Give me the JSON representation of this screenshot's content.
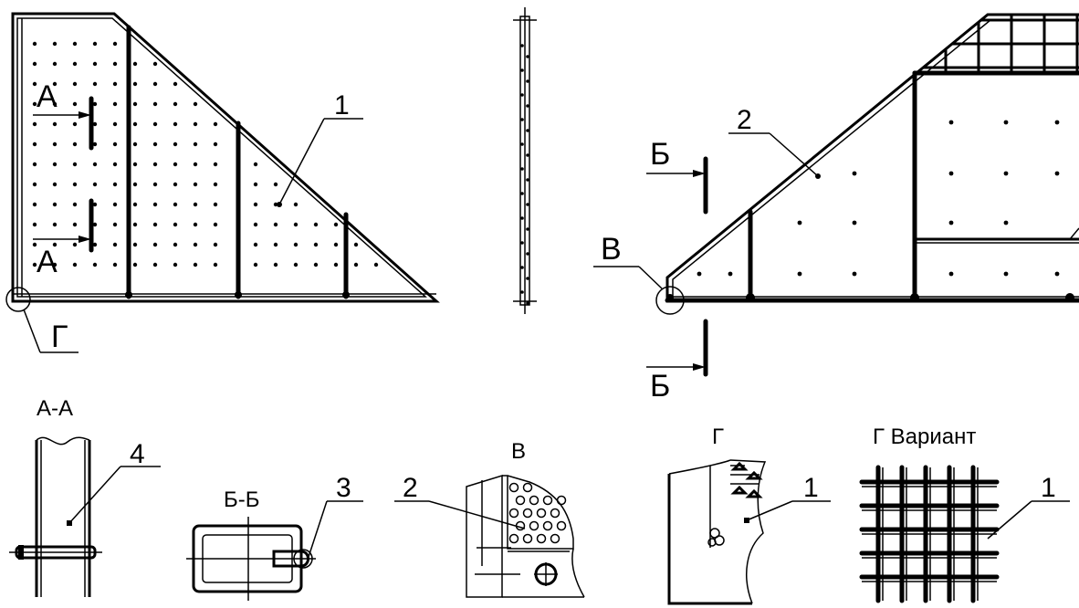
{
  "views": {
    "left_triangle": {
      "section_marks": [
        "А",
        "А"
      ],
      "detail_mark": "Г",
      "position_label": "1"
    },
    "right_triangle": {
      "section_marks": [
        "Б",
        "Б"
      ],
      "detail_mark": "В",
      "position_label": "2"
    }
  },
  "details": {
    "aa": {
      "title": "А-А",
      "position_label": "4"
    },
    "bb": {
      "title": "Б-Б",
      "position_label": "3"
    },
    "v": {
      "title": "В",
      "position_label": "2"
    },
    "g": {
      "title": "Г",
      "position_label": "1"
    },
    "g_variant": {
      "title": "Г Вариант",
      "position_label": "1"
    }
  }
}
